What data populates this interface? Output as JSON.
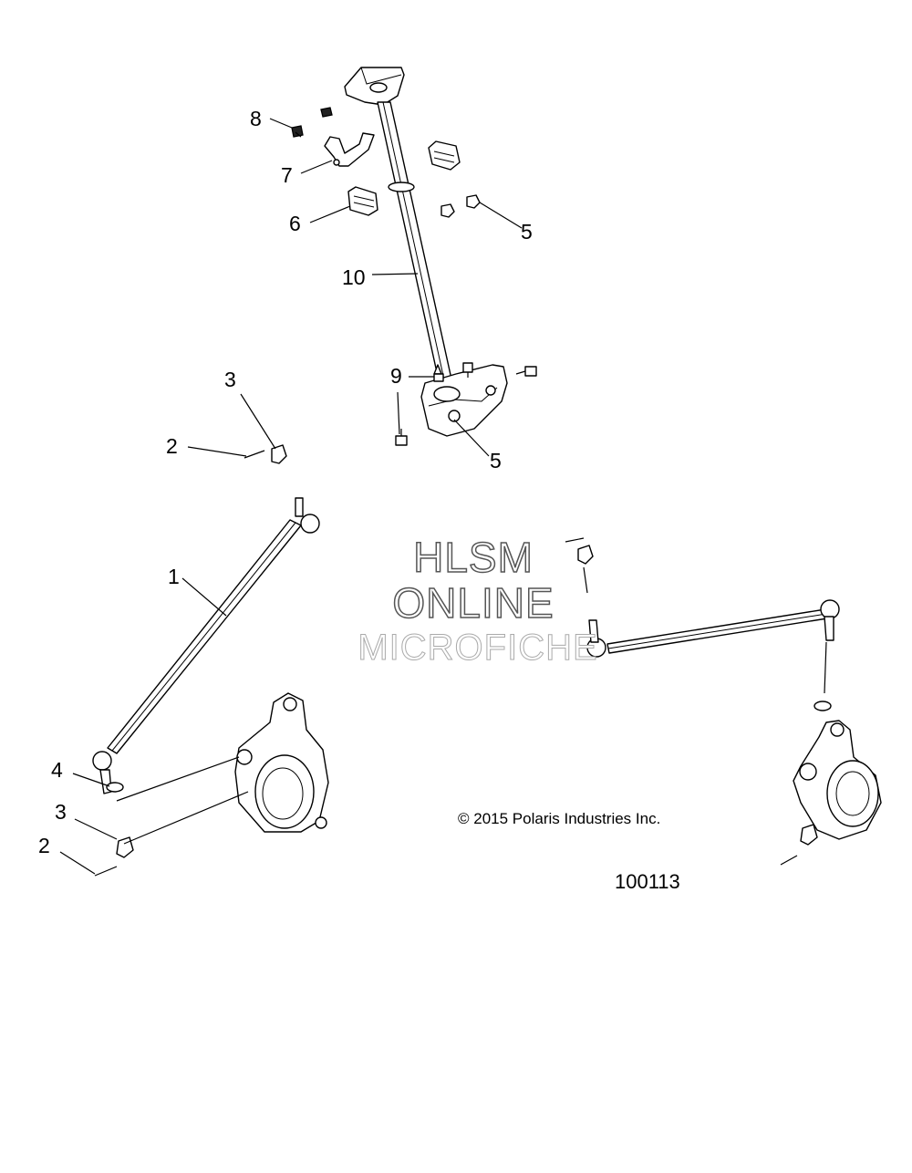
{
  "callouts": {
    "c1": "1",
    "c2_upper": "2",
    "c2_lower": "2",
    "c3_upper": "3",
    "c3_lower": "3",
    "c4": "4",
    "c5_upper": "5",
    "c5_lower": "5",
    "c6": "6",
    "c7": "7",
    "c8": "8",
    "c9": "9",
    "c10": "10"
  },
  "watermark": {
    "line1": "HLSM",
    "line2": "ONLINE",
    "line3": "MICROFICHE"
  },
  "copyright": "© 2015 Polaris Industries Inc.",
  "figure_number": "100113"
}
